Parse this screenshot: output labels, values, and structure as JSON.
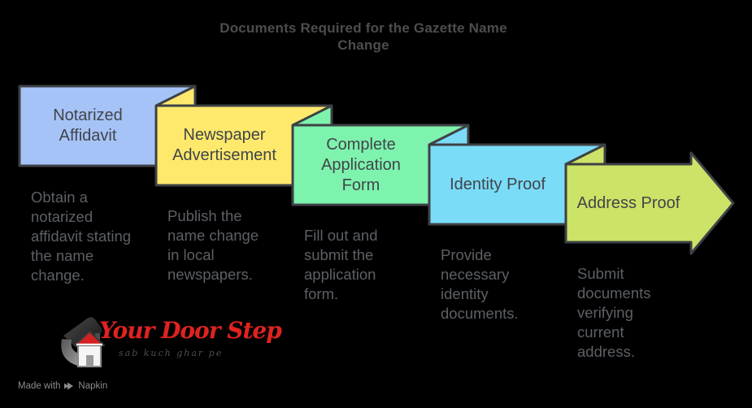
{
  "title": {
    "lines": [
      "Documents Required for the Gazette Name",
      "Change"
    ]
  },
  "steps": [
    {
      "label": "Notarized Affidavit",
      "label_lines": [
        "Notarized",
        "Affidavit"
      ],
      "desc_lines": [
        "Obtain a",
        "notarized",
        "affidavit stating",
        "the name",
        "change."
      ],
      "color": "#a6c3f7"
    },
    {
      "label": "Newspaper Advertisement",
      "label_lines": [
        "Newspaper",
        "Advertisement"
      ],
      "desc_lines": [
        "Publish the",
        "name change",
        "in local",
        "newspapers."
      ],
      "color": "#fee96d"
    },
    {
      "label": "Complete Application Form",
      "label_lines": [
        "Complete",
        "Application",
        "Form"
      ],
      "desc_lines": [
        "Fill out and",
        "submit the",
        "application",
        "form."
      ],
      "color": "#7ef3ae"
    },
    {
      "label": "Identity Proof",
      "label_lines": [
        "Identity Proof"
      ],
      "desc_lines": [
        "Provide",
        "necessary",
        "identity",
        "documents."
      ],
      "color": "#7bdcf8"
    },
    {
      "label": "Address Proof",
      "label_lines": [
        "Address Proof"
      ],
      "desc_lines": [
        "Submit",
        "documents",
        "verifying",
        "current",
        "address."
      ],
      "color": "#cbe366"
    }
  ],
  "logo": {
    "name": "Your Door Step",
    "tagline": "sab kuch ghar pe",
    "brand_color": "#e02320",
    "icon": "house-icon"
  },
  "footer": {
    "made_with": "Made with",
    "brand": "Napkin",
    "icon": "napkin-icon"
  },
  "colors": {
    "background": "#000000",
    "shape_border": "#3d4145",
    "title_text": "#4d4d4d",
    "label_text": "#414549",
    "desc_text": "#5c6065"
  }
}
